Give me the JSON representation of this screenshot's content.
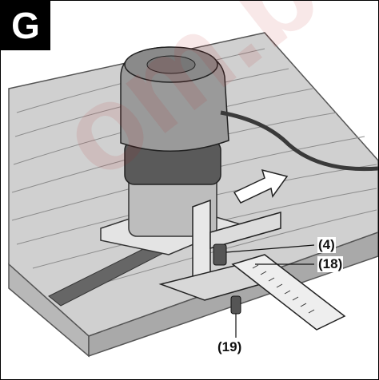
{
  "figure": {
    "badge_letter": "G",
    "watermark_text": "om.b",
    "callouts": {
      "c4": "(4)",
      "c18": "(18)",
      "c19": "(19)"
    }
  },
  "colors": {
    "badge_bg": "#000000",
    "wood": "#cfcfcf",
    "router_body": "#9a9a9a",
    "grip_band": "#5a5a5a",
    "guide_metal": "#d9d9d9"
  }
}
